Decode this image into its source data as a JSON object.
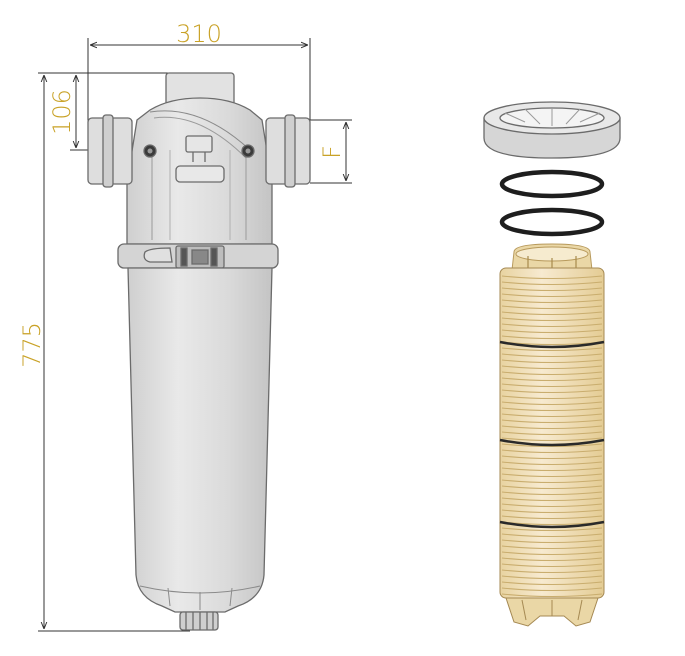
{
  "dimensions": {
    "width": "310",
    "inlet_offset": "106",
    "total_height": "775",
    "connection": "F"
  },
  "colors": {
    "dimension_text": "#c9a227",
    "dimension_line": "#333333",
    "housing_fill": "#dcdcdc",
    "housing_stroke": "#6b6b6b",
    "cartridge_fill": "#f3e3b8",
    "cartridge_rib": "#c9ad6e",
    "cartridge_band": "#2a2a2a"
  }
}
